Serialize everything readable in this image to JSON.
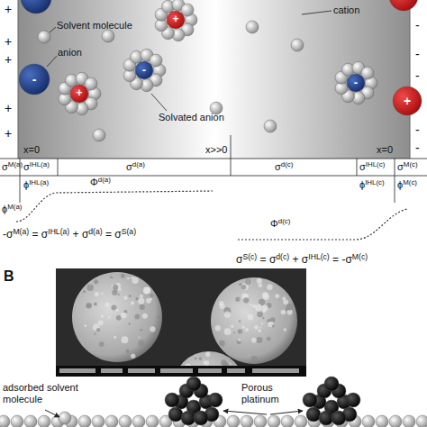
{
  "diagram": {
    "labels": [
      "Solvent molecule",
      "anion",
      "cation",
      "Solvated anion",
      "x=0",
      "x>>0",
      "x=0",
      "σM(a)",
      "σIHL(a)",
      "σd(a)",
      "σd(c)",
      "σIHL(c)",
      "σM(c)",
      "ϕIHL(a)",
      "Φd(a)",
      "Φd(c)",
      "ϕIHL(c)",
      "ϕM(c)",
      "ϕM(a)",
      "-σM(a) = σIHL(a) + σd(a) = σS(a)",
      "σS(c) = σd(c) + σIHL(c) = -σM(c)",
      "B",
      "adsorbed solvent molecule",
      "Porous platinum",
      "+",
      "+",
      "+",
      "+",
      "+",
      "-",
      "-",
      "-",
      "-",
      "-",
      "-",
      "+",
      "-",
      "+",
      "-",
      "+"
    ]
  }
}
